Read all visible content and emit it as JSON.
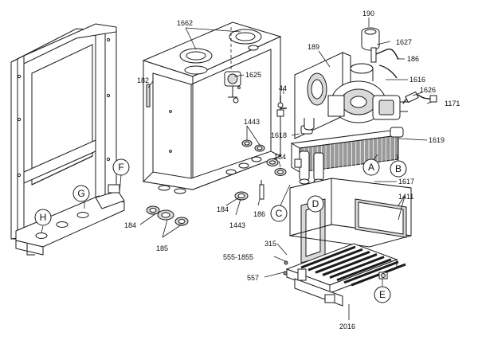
{
  "part_numbers": {
    "p1662": "1662",
    "p190": "190",
    "p189": "189",
    "p1627": "1627",
    "p186a": "186",
    "p182": "182",
    "p1625": "1625",
    "p1616": "1616",
    "p1626": "1626",
    "p44": "44",
    "p1171": "1171",
    "p1443a": "1443",
    "p1618": "1618",
    "p1619": "1619",
    "p184a": "184",
    "p1617": "1617",
    "p1411": "1411",
    "p184b": "184",
    "p186b": "186",
    "p184c": "184",
    "p1443b": "1443",
    "p185": "185",
    "p315": "315",
    "p555": "555-1855",
    "p557": "557",
    "p2016": "2016"
  },
  "callouts": {
    "A": "A",
    "B": "B",
    "C": "C",
    "D": "D",
    "E": "E",
    "F": "F",
    "G": "G",
    "H": "H"
  }
}
